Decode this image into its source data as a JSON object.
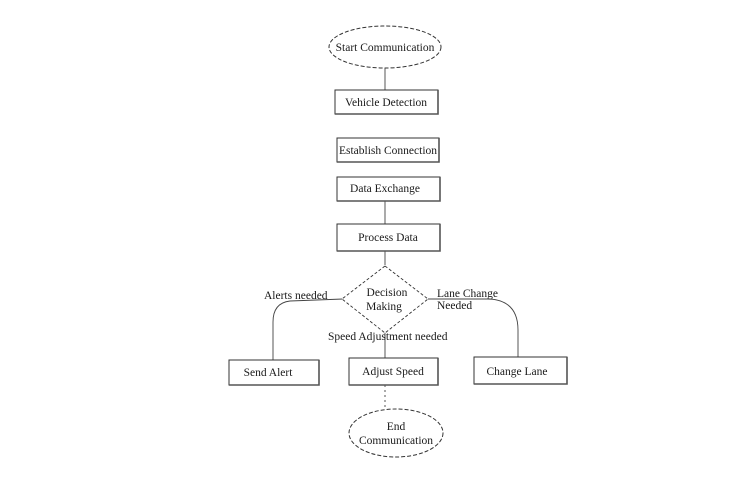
{
  "nodes": {
    "start": "Start Communication",
    "vehicle_detection": "Vehicle Detection",
    "establish_connection": "Establish Connection",
    "data_exchange": "Data Exchange",
    "process_data": "Process Data",
    "decision_line1": "Decision",
    "decision_line2": "Making",
    "send_alert": "Send Alert",
    "adjust_speed": "Adjust Speed",
    "change_lane": "Change Lane",
    "end_line1": "End",
    "end_line2": "Communication"
  },
  "edges": {
    "alerts_needed": "Alerts needed",
    "speed_adjustment_needed": "Speed Adjustment needed",
    "lane_change_line1": "Lane Change",
    "lane_change_line2": "Needed"
  }
}
